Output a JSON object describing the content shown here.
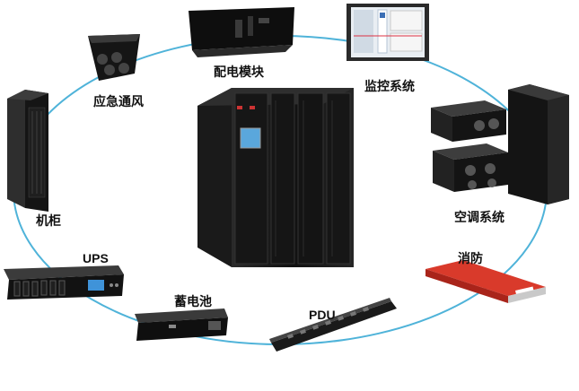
{
  "nodes": [
    {
      "id": "distribution",
      "label": "配电模块"
    },
    {
      "id": "monitoring",
      "label": "监控系统"
    },
    {
      "id": "air-conditioning",
      "label": "空调系统"
    },
    {
      "id": "fire-protection",
      "label": "消防"
    },
    {
      "id": "pdu",
      "label": "PDU"
    },
    {
      "id": "battery",
      "label": "蓄电池"
    },
    {
      "id": "ups",
      "label": "UPS"
    },
    {
      "id": "cabinet",
      "label": "机柜"
    },
    {
      "id": "ventilation",
      "label": "应急通风"
    }
  ],
  "colors": {
    "ring": "#4fb3d9",
    "equipment": "#1c1c1c",
    "fire_panel": "#d93a2b",
    "screen": "#6fb8e8"
  }
}
